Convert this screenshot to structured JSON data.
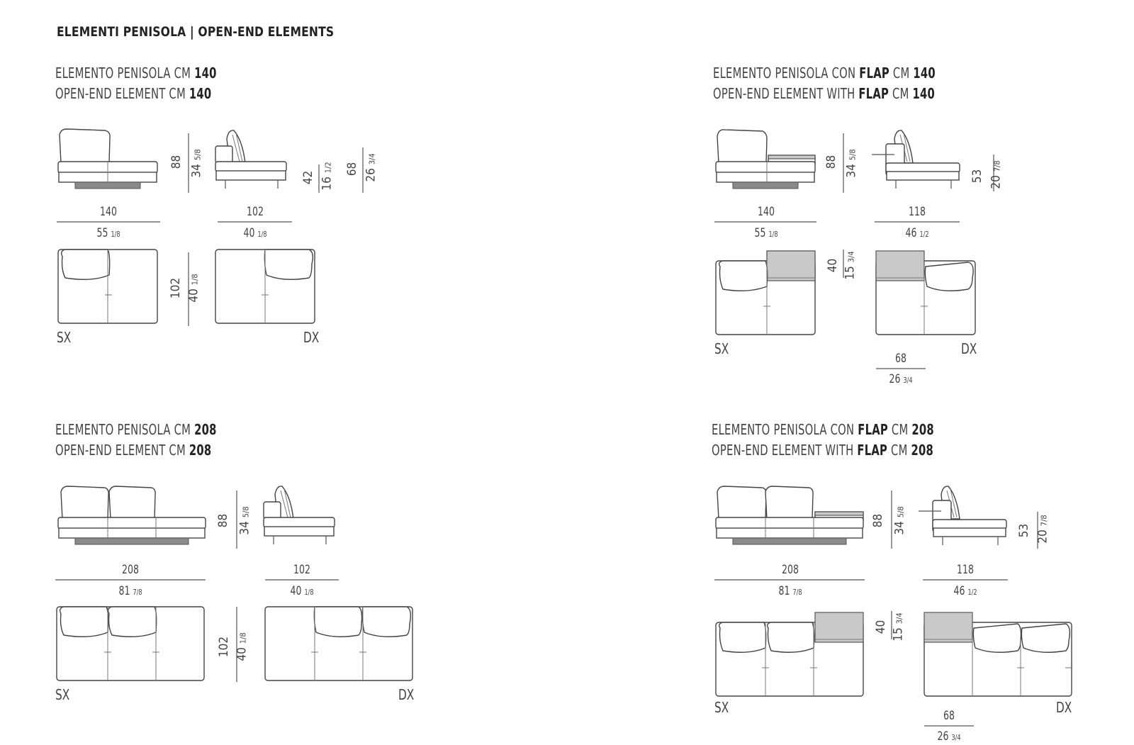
{
  "heading": "ELEMENTI PENISOLA | OPEN-END ELEMENTS",
  "sections": [
    {
      "line1": {
        "pre": "ELEMENTO PENISOLA CM ",
        "flap": "",
        "mid": "",
        "size": "140"
      },
      "line2": {
        "pre": "OPEN-END ELEMENT CM ",
        "flap": "",
        "mid": "",
        "size": "140"
      },
      "front_width": {
        "cm": "140",
        "in": "55",
        "in_frac": "1/8"
      },
      "side_depth": {
        "cm": "102",
        "in": "40",
        "in_frac": "1/8"
      },
      "height": {
        "cm": "88",
        "in": "34",
        "in_frac": "5/8"
      },
      "seat_height": {
        "cm": "42",
        "in": "16",
        "in_frac": "1/2"
      },
      "arm_height": {
        "cm": "68",
        "in": "26",
        "in_frac": "3/4"
      },
      "plan_depth": {
        "cm": "102",
        "in": "40",
        "in_frac": "1/8"
      },
      "left": "SX",
      "right": "DX"
    },
    {
      "line1": {
        "pre": "ELEMENTO PENISOLA CON ",
        "flap": "FLAP",
        "mid": " CM ",
        "size": "140"
      },
      "line2": {
        "pre": "OPEN-END ELEMENT WITH ",
        "flap": "FLAP",
        "mid": " CM ",
        "size": "140"
      },
      "front_width": {
        "cm": "140",
        "in": "55",
        "in_frac": "1/8"
      },
      "side_depth": {
        "cm": "118",
        "in": "46",
        "in_frac": "1/2"
      },
      "height": {
        "cm": "88",
        "in": "34",
        "in_frac": "5/8"
      },
      "flap_height": {
        "cm": "53",
        "in": "20",
        "in_frac": "7/8"
      },
      "flap_depth": {
        "cm": "40",
        "in": "15",
        "in_frac": "3/4"
      },
      "flap_width": {
        "cm": "68",
        "in": "26",
        "in_frac": "3/4"
      },
      "left": "SX",
      "right": "DX"
    },
    {
      "line1": {
        "pre": "ELEMENTO PENISOLA CM ",
        "flap": "",
        "mid": "",
        "size": "208"
      },
      "line2": {
        "pre": "OPEN-END ELEMENT CM ",
        "flap": "",
        "mid": "",
        "size": "208"
      },
      "front_width": {
        "cm": "208",
        "in": "81",
        "in_frac": "7/8"
      },
      "side_depth": {
        "cm": "102",
        "in": "40",
        "in_frac": "1/8"
      },
      "height": {
        "cm": "88",
        "in": "34",
        "in_frac": "5/8"
      },
      "plan_depth": {
        "cm": "102",
        "in": "40",
        "in_frac": "1/8"
      },
      "left": "SX",
      "right": "DX"
    },
    {
      "line1": {
        "pre": "ELEMENTO PENISOLA CON ",
        "flap": "FLAP",
        "mid": " CM ",
        "size": "208"
      },
      "line2": {
        "pre": "OPEN-END ELEMENT WITH ",
        "flap": "FLAP",
        "mid": " CM ",
        "size": "208"
      },
      "front_width": {
        "cm": "208",
        "in": "81",
        "in_frac": "7/8"
      },
      "side_depth": {
        "cm": "118",
        "in": "46",
        "in_frac": "1/2"
      },
      "height": {
        "cm": "88",
        "in": "34",
        "in_frac": "5/8"
      },
      "flap_height": {
        "cm": "53",
        "in": "20",
        "in_frac": "7/8"
      },
      "flap_depth": {
        "cm": "40",
        "in": "15",
        "in_frac": "3/4"
      },
      "flap_width": {
        "cm": "68",
        "in": "26",
        "in_frac": "3/4"
      },
      "left": "SX",
      "right": "DX"
    }
  ]
}
